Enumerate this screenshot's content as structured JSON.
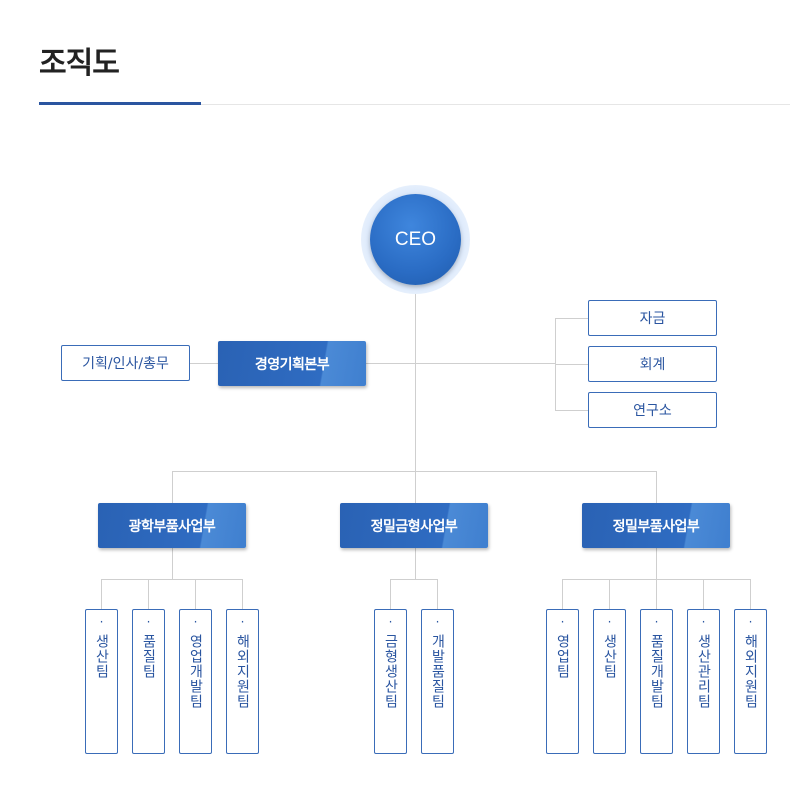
{
  "page": {
    "title": "조직도"
  },
  "chart": {
    "ceo": "CEO",
    "management": {
      "label": "경영기획본부",
      "left_unit": "기획/인사/총무",
      "right_units": [
        "자금",
        "회계",
        "연구소"
      ]
    },
    "divisions": [
      {
        "label": "광학부품사업부",
        "teams": [
          "생산팀",
          "품질팀",
          "영업개발팀",
          "해외지원팀"
        ]
      },
      {
        "label": "정밀금형사업부",
        "teams": [
          "금형생산팀",
          "개발품질팀"
        ]
      },
      {
        "label": "정밀부품사업부",
        "teams": [
          "영업팀",
          "생산팀",
          "품질개발팀",
          "생산관리팀",
          "해외지원팀"
        ]
      }
    ],
    "bullet": "·"
  },
  "colors": {
    "accent": "#2a55a0",
    "dept_fill": "#2f6cc2",
    "ceo_fill": "#2a6cc4",
    "line": "#cfcfcf"
  }
}
